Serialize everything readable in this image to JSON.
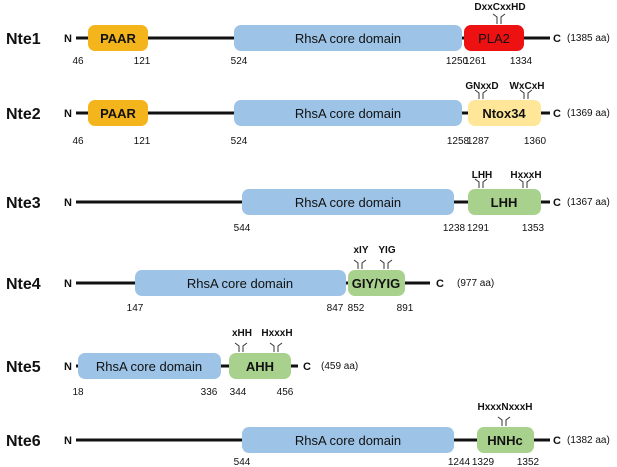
{
  "colors": {
    "rhsa": "#9dc3e6",
    "paar": "#f4b51c",
    "pla2": "#ee1111",
    "ntox34": "#ffe699",
    "cterm_green": "#a9d18e",
    "line": "#111111"
  },
  "proteins": [
    {
      "name": "Nte1",
      "n_label": "N",
      "c_label": "C",
      "length_label": "(1385 aa)",
      "domains": [
        {
          "label": "PAAR",
          "kind": "paar",
          "start": "46",
          "end": "121"
        },
        {
          "label": "RhsA core domain",
          "kind": "rhsa",
          "start": "524",
          "end": "1250"
        },
        {
          "label": "PLA2",
          "kind": "pla2",
          "start": "1261",
          "end": "1334"
        }
      ],
      "motifs": [
        {
          "label": "DxxCxxHD"
        }
      ]
    },
    {
      "name": "Nte2",
      "n_label": "N",
      "c_label": "C",
      "length_label": "(1369 aa)",
      "domains": [
        {
          "label": "PAAR",
          "kind": "paar",
          "start": "46",
          "end": "121"
        },
        {
          "label": "RhsA core domain",
          "kind": "rhsa",
          "start": "524",
          "end": "1258"
        },
        {
          "label": "Ntox34",
          "kind": "ntox34",
          "start": "1287",
          "end": "1360"
        }
      ],
      "motifs": [
        {
          "label": "GNxxD"
        },
        {
          "label": "WxCxH"
        }
      ]
    },
    {
      "name": "Nte3",
      "n_label": "N",
      "c_label": "C",
      "length_label": "(1367 aa)",
      "domains": [
        {
          "label": "RhsA core domain",
          "kind": "rhsa",
          "start": "544",
          "end": "1238"
        },
        {
          "label": "LHH",
          "kind": "green",
          "start": "1291",
          "end": "1353"
        }
      ],
      "motifs": [
        {
          "label": "LHH"
        },
        {
          "label": "HxxxH"
        }
      ]
    },
    {
      "name": "Nte4",
      "n_label": "N",
      "c_label": "C",
      "length_label": "(977 aa)",
      "domains": [
        {
          "label": "RhsA core domain",
          "kind": "rhsa",
          "start": "147",
          "end": "847"
        },
        {
          "label": "GIY/YIG",
          "kind": "green",
          "start": "852",
          "end": "891"
        }
      ],
      "motifs": [
        {
          "label": "xIY"
        },
        {
          "label": "YIG"
        }
      ]
    },
    {
      "name": "Nte5",
      "n_label": "N",
      "c_label": "C",
      "length_label": "(459 aa)",
      "domains": [
        {
          "label": "RhsA core domain",
          "kind": "rhsa",
          "start": "18",
          "end": "336"
        },
        {
          "label": "AHH",
          "kind": "green",
          "start": "344",
          "end": "456"
        }
      ],
      "motifs": [
        {
          "label": "xHH"
        },
        {
          "label": "HxxxH"
        }
      ]
    },
    {
      "name": "Nte6",
      "n_label": "N",
      "c_label": "C",
      "length_label": "(1382 aa)",
      "domains": [
        {
          "label": "RhsA core domain",
          "kind": "rhsa",
          "start": "544",
          "end": "1244"
        },
        {
          "label": "HNHc",
          "kind": "green",
          "start": "1329",
          "end": "1352"
        }
      ],
      "motifs": [
        {
          "label": "HxxxNxxxH"
        }
      ]
    }
  ]
}
